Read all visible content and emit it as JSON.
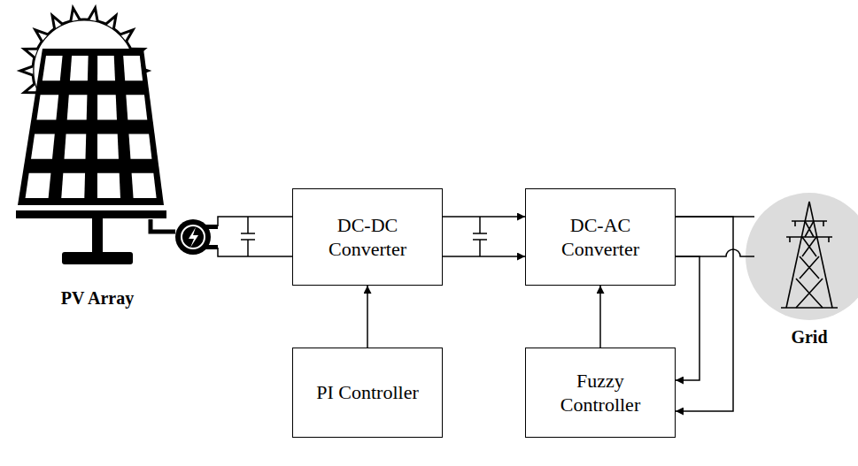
{
  "diagram": {
    "nodes": [
      {
        "text": [
          "DC-DC Converter"
        ]
      },
      {
        "text": [
          "DC-AC Converter"
        ]
      },
      {
        "text": [
          "PI Controller"
        ]
      },
      {
        "text": [
          "Fuzzy Controller"
        ]
      }
    ],
    "edges": [
      {
        "from": 2,
        "to": 0,
        "arrow": "to"
      },
      {
        "from": 3,
        "to": 1,
        "arrow": "to"
      },
      {
        "from": 0,
        "to": 1,
        "arrow": "to"
      },
      {
        "from": 0,
        "to": 1,
        "arrow": "to"
      },
      {
        "from": 1,
        "to": 3,
        "arrow": "to"
      },
      {
        "from": 1,
        "to": 3,
        "arrow": "to"
      }
    ],
    "labels": [
      "PV Array",
      "Grid"
    ]
  }
}
